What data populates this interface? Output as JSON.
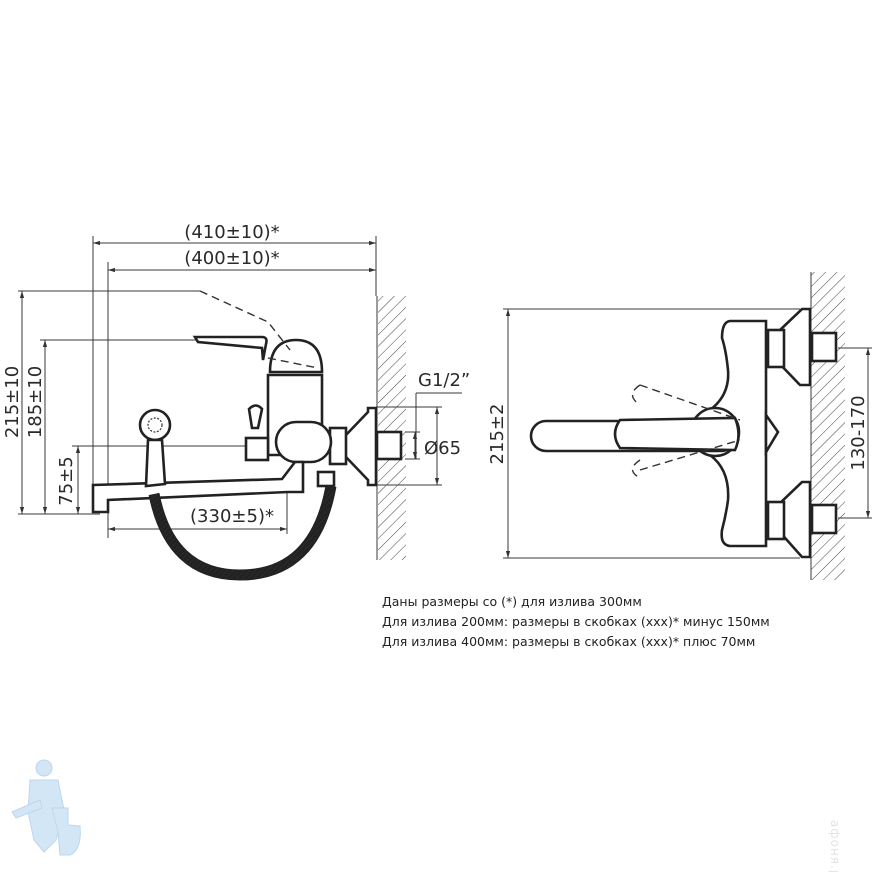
{
  "side_view": {
    "dim_overall_410": "(410±10)*",
    "dim_overall_400": "(400±10)*",
    "dim_height_215": "215±10",
    "dim_height_185": "185±10",
    "dim_spout_75": "75±5",
    "dim_spout_330": "(330±5)*",
    "thread": "G1/2”",
    "flange_diameter": "Ø65"
  },
  "front_view": {
    "dim_width": "215±2",
    "dim_centers": "130-170"
  },
  "notes": [
    "Даны размеры со (*) для излива 300мм",
    "Для излива 200мм: размеры в скобках (xxx)* минус 150мм",
    "Для излива 400мм: размеры в скобках (xxx)* плюс 70мм"
  ],
  "watermark": "афоня.рф",
  "colors": {
    "line": "#222222",
    "mascot": "#cfe3f5"
  }
}
